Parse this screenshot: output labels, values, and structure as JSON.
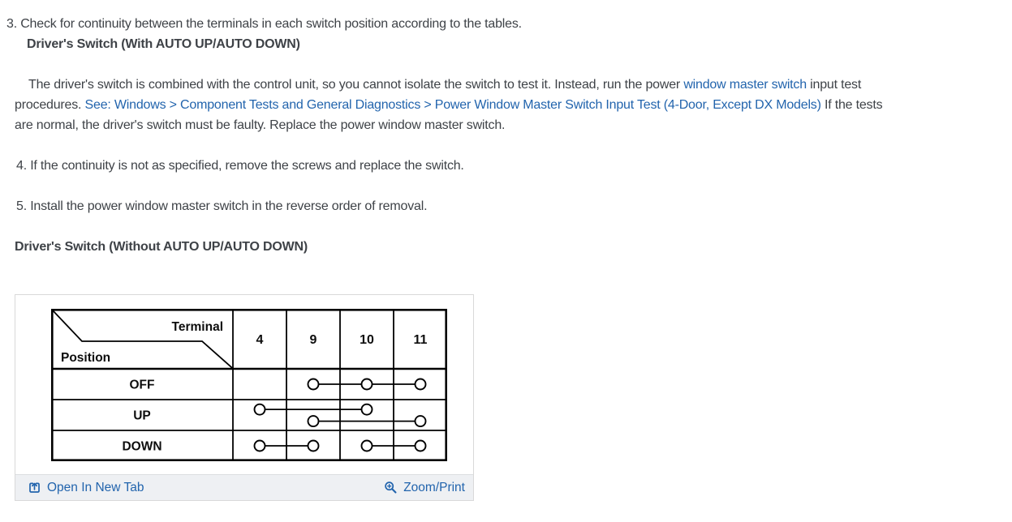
{
  "page": {
    "background": "#ffffff",
    "text_color": "#3e4247",
    "link_color": "#2264ad",
    "table_line_color": "#000000",
    "footer_bg": "#eef0f3"
  },
  "steps": {
    "step3": "3. Check for continuity between the terminals in each switch position according to the tables.",
    "step4": "4. If the continuity is not as specified, remove the screws and replace the switch.",
    "step5": "5. Install the power window master switch in the reverse order of removal."
  },
  "headings": {
    "with_auto": "Driver's Switch (With AUTO UP/AUTO DOWN)",
    "without_auto": "Driver's Switch (Without AUTO UP/AUTO DOWN)"
  },
  "paragraph": {
    "lines": [
      [
        {
          "text": "The driver's switch is combined with the control unit, so you cannot isolate the switch to test it. Instead, run the power ",
          "link": false
        },
        {
          "text": "window master switch",
          "link": true,
          "name": "window-master-switch-link"
        },
        {
          "text": " input test",
          "link": false
        }
      ],
      [
        {
          "text": "procedures. ",
          "link": false
        },
        {
          "text": "See: Windows > Component Tests and General Diagnostics > Power Window Master Switch Input Test (4-Door, Except DX Models)",
          "link": true,
          "name": "component-tests-link"
        },
        {
          "text": " If the tests",
          "link": false
        }
      ],
      [
        {
          "text": "are normal, the driver's switch must be faulty. Replace the power window master switch.",
          "link": false
        }
      ]
    ]
  },
  "figure": {
    "table": {
      "corner": {
        "top_label": "Terminal",
        "bottom_label": "Position"
      },
      "terminals": [
        "4",
        "9",
        "10",
        "11"
      ],
      "positions": [
        {
          "label": "OFF",
          "links": [
            {
              "terminals": [
                "9",
                "10",
                "11"
              ],
              "lane": "middle"
            }
          ]
        },
        {
          "label": "UP",
          "links": [
            {
              "terminals": [
                "4",
                "10"
              ],
              "lane": "upper"
            },
            {
              "terminals": [
                "9",
                "11"
              ],
              "lane": "lower"
            }
          ]
        },
        {
          "label": "DOWN",
          "links": [
            {
              "terminals": [
                "4",
                "9"
              ],
              "lane": "middle"
            },
            {
              "terminals": [
                "10",
                "11"
              ],
              "lane": "middle"
            }
          ]
        }
      ]
    },
    "footer": {
      "open_link": "Open In New Tab",
      "zoom_link": "Zoom/Print"
    }
  }
}
